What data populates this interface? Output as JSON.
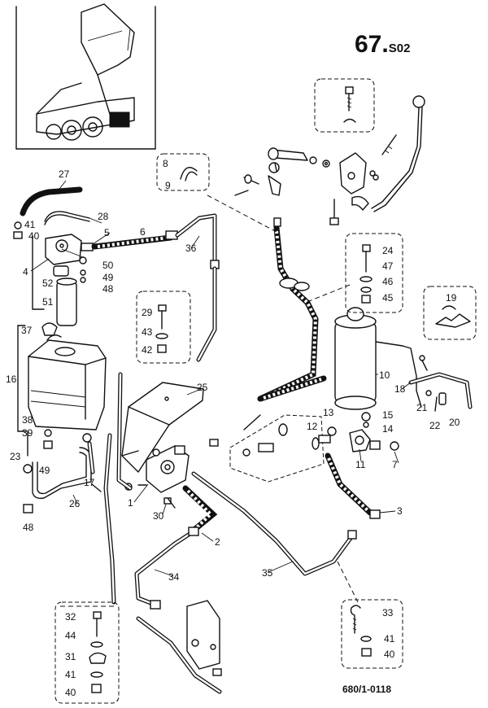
{
  "header": {
    "page_number": "67.",
    "page_suffix": "S02"
  },
  "footer": {
    "drawing_reference": "680/1-0118"
  },
  "callouts": [
    {
      "id": "c1",
      "text": "1"
    },
    {
      "id": "c2",
      "text": "2"
    },
    {
      "id": "c3",
      "text": "3"
    },
    {
      "id": "c4",
      "text": "4"
    },
    {
      "id": "c5",
      "text": "5"
    },
    {
      "id": "c6",
      "text": "6"
    },
    {
      "id": "c7",
      "text": "7"
    },
    {
      "id": "c8",
      "text": "8"
    },
    {
      "id": "c9",
      "text": "9"
    },
    {
      "id": "c10",
      "text": "10"
    },
    {
      "id": "c11",
      "text": "11"
    },
    {
      "id": "c12",
      "text": "12"
    },
    {
      "id": "c13",
      "text": "13"
    },
    {
      "id": "c14",
      "text": "14"
    },
    {
      "id": "c15",
      "text": "15"
    },
    {
      "id": "c16",
      "text": "16"
    },
    {
      "id": "c17",
      "text": "17"
    },
    {
      "id": "c18",
      "text": "18"
    },
    {
      "id": "c19",
      "text": "19"
    },
    {
      "id": "c20",
      "text": "20"
    },
    {
      "id": "c21",
      "text": "21"
    },
    {
      "id": "c22",
      "text": "22"
    },
    {
      "id": "c23",
      "text": "23"
    },
    {
      "id": "c24",
      "text": "24"
    },
    {
      "id": "c25",
      "text": "25"
    },
    {
      "id": "c26",
      "text": "26"
    },
    {
      "id": "c27",
      "text": "27"
    },
    {
      "id": "c28",
      "text": "28"
    },
    {
      "id": "c29",
      "text": "29"
    },
    {
      "id": "c30",
      "text": "30"
    },
    {
      "id": "c31",
      "text": "31"
    },
    {
      "id": "c32",
      "text": "32"
    },
    {
      "id": "c33",
      "text": "33"
    },
    {
      "id": "c34",
      "text": "34"
    },
    {
      "id": "c35",
      "text": "35"
    },
    {
      "id": "c36",
      "text": "36"
    },
    {
      "id": "c37",
      "text": "37"
    },
    {
      "id": "c38",
      "text": "38"
    },
    {
      "id": "c39",
      "text": "39"
    },
    {
      "id": "c40a",
      "text": "40"
    },
    {
      "id": "c40b",
      "text": "40"
    },
    {
      "id": "c40c",
      "text": "40"
    },
    {
      "id": "c41a",
      "text": "41"
    },
    {
      "id": "c41b",
      "text": "41"
    },
    {
      "id": "c41c",
      "text": "41"
    },
    {
      "id": "c42",
      "text": "42"
    },
    {
      "id": "c43",
      "text": "43"
    },
    {
      "id": "c44",
      "text": "44"
    },
    {
      "id": "c45",
      "text": "45"
    },
    {
      "id": "c46",
      "text": "46"
    },
    {
      "id": "c47",
      "text": "47"
    },
    {
      "id": "c48a",
      "text": "48"
    },
    {
      "id": "c48b",
      "text": "48"
    },
    {
      "id": "c49a",
      "text": "49"
    },
    {
      "id": "c49b",
      "text": "49"
    },
    {
      "id": "c50",
      "text": "50"
    },
    {
      "id": "c51",
      "text": "51"
    },
    {
      "id": "c52",
      "text": "52"
    }
  ]
}
